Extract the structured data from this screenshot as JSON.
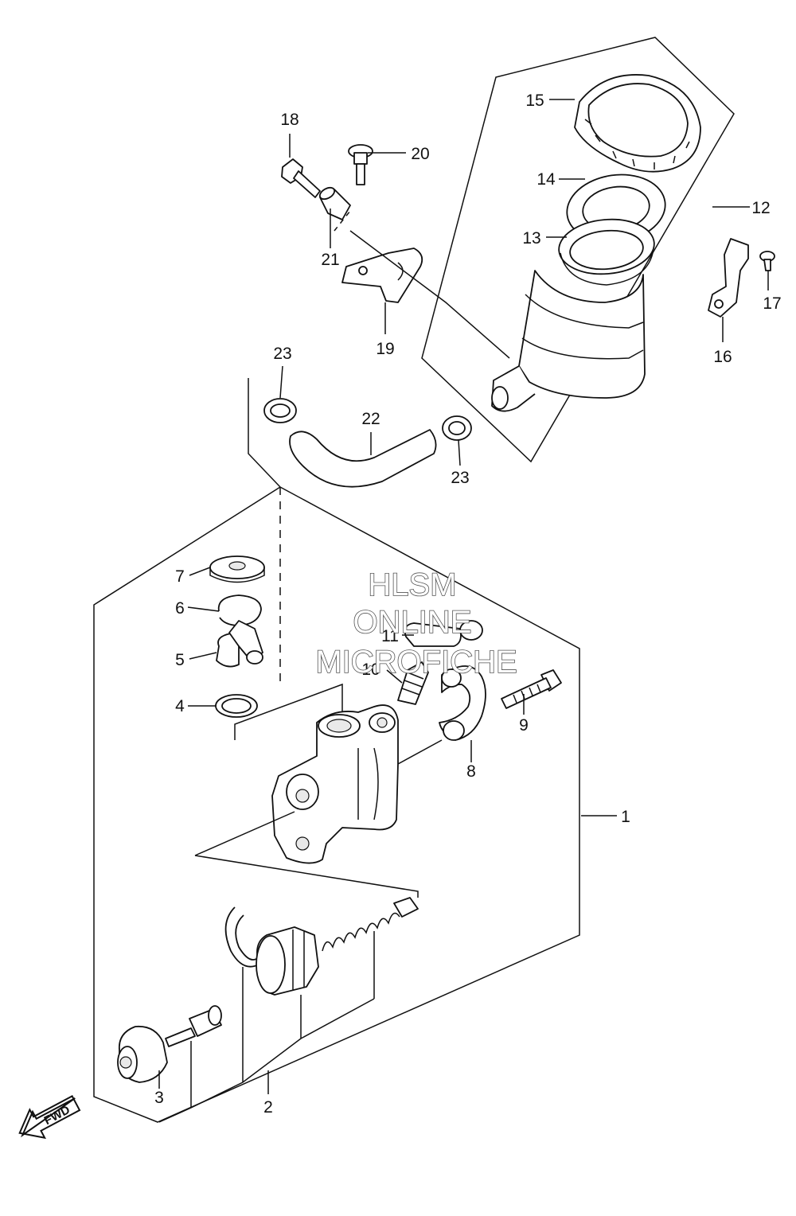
{
  "callouts": [
    "1",
    "2",
    "3",
    "4",
    "5",
    "6",
    "7",
    "8",
    "9",
    "10",
    "11",
    "12",
    "13",
    "14",
    "15",
    "16",
    "17",
    "18",
    "19",
    "20",
    "21",
    "22",
    "23",
    "23"
  ],
  "watermark": {
    "line1": "HLSM",
    "line2": "ONLINE",
    "line3": "MICROFICHE"
  },
  "fwd_label": "FWD"
}
